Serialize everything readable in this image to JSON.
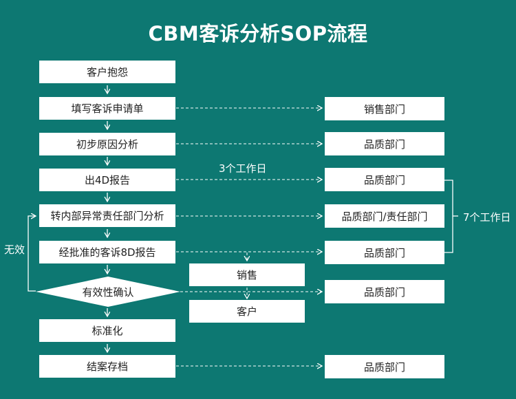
{
  "title": "CBM客诉分析SOP流程",
  "steps": [
    "客户抱怨",
    "填写客诉申请单",
    "初步原因分析",
    "出4D报告",
    "转内部异常责任部门分析",
    "经批准的客诉8D报告",
    "有效性确认",
    "标准化",
    "结案存档"
  ],
  "departments": [
    "销售部门",
    "品质部门",
    "品质部门",
    "品质部门/责任部门",
    "品质部门",
    "品质部门",
    "品质部门"
  ],
  "recipients": [
    "销售",
    "客户"
  ],
  "labels": {
    "three_days": "3个工作日",
    "seven_days": "7个工作日",
    "invalid": "无效"
  },
  "colors": {
    "background": "#0d7872",
    "box": "#ffffff",
    "line": "#ffffff"
  }
}
